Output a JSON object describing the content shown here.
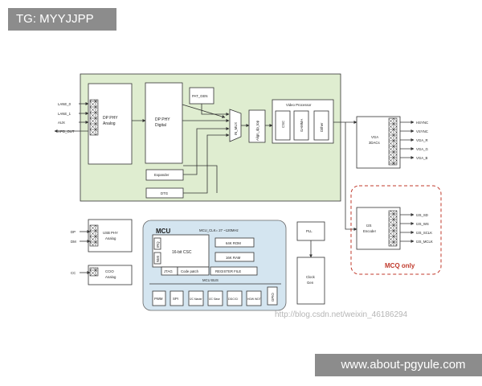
{
  "tags": {
    "top_left": "TG: MYYJJPP",
    "bottom_right": "www.about-pgyule.com"
  },
  "watermark": "http://blog.csdn.net/weixin_46186294",
  "ports": {
    "dp_in": [
      "LANE_0",
      "LANE_1",
      "AUX",
      "HPD_OUT"
    ],
    "vga_out": [
      "HSYNC",
      "VSYNC",
      "VGA_R",
      "VGA_G",
      "VGA_B"
    ],
    "i2s_out": [
      "I2S_SD",
      "I2S_WS",
      "I2S_SCLK",
      "I2S_MCLK"
    ],
    "usb_in": [
      "DP",
      "DM"
    ],
    "cc_in": "CC"
  },
  "blocks": {
    "dp_phy_analog": [
      "DP PHY",
      "Analog"
    ],
    "dp_phy_digital": [
      "DP PHY",
      "Digital"
    ],
    "pat_gen": "PAT_GEN",
    "mux": "IN_MUX",
    "align": "Align_dp_top",
    "video_processor": "Video Processor",
    "csc": "CSC",
    "gamma": "GAMMA",
    "dither": "Dither",
    "expander": "Expander",
    "dtg": "DTG",
    "vga": [
      "VGA",
      "3DACs"
    ],
    "i2s": [
      "I2S",
      "Encoder"
    ],
    "usb_phy": [
      "USB PHY",
      "Analog"
    ],
    "ccio": [
      "CCIO",
      "Analog"
    ],
    "pll": "PLL",
    "clock_gen": [
      "Clock",
      "Gen"
    ]
  },
  "mcq_only": "MCQ only",
  "mcu": {
    "title": "MCU",
    "clk": "MCU_CLK= 27 ~120MHz",
    "cpu": "16-bit CSC",
    "irq": "IRQ",
    "nmi": "NMI",
    "jtag": "JTAG",
    "code_patch": "Code patch",
    "rom": "64K ROM",
    "ram": "16K RAM",
    "regfile": "REGISTER FILE",
    "bus": "MCU BUS",
    "peripherals": [
      "PWM",
      "SPI",
      "I2C Master",
      "I2C Slave",
      "DDC/CI",
      "HDW WDT"
    ],
    "gpio": "GPIO"
  }
}
